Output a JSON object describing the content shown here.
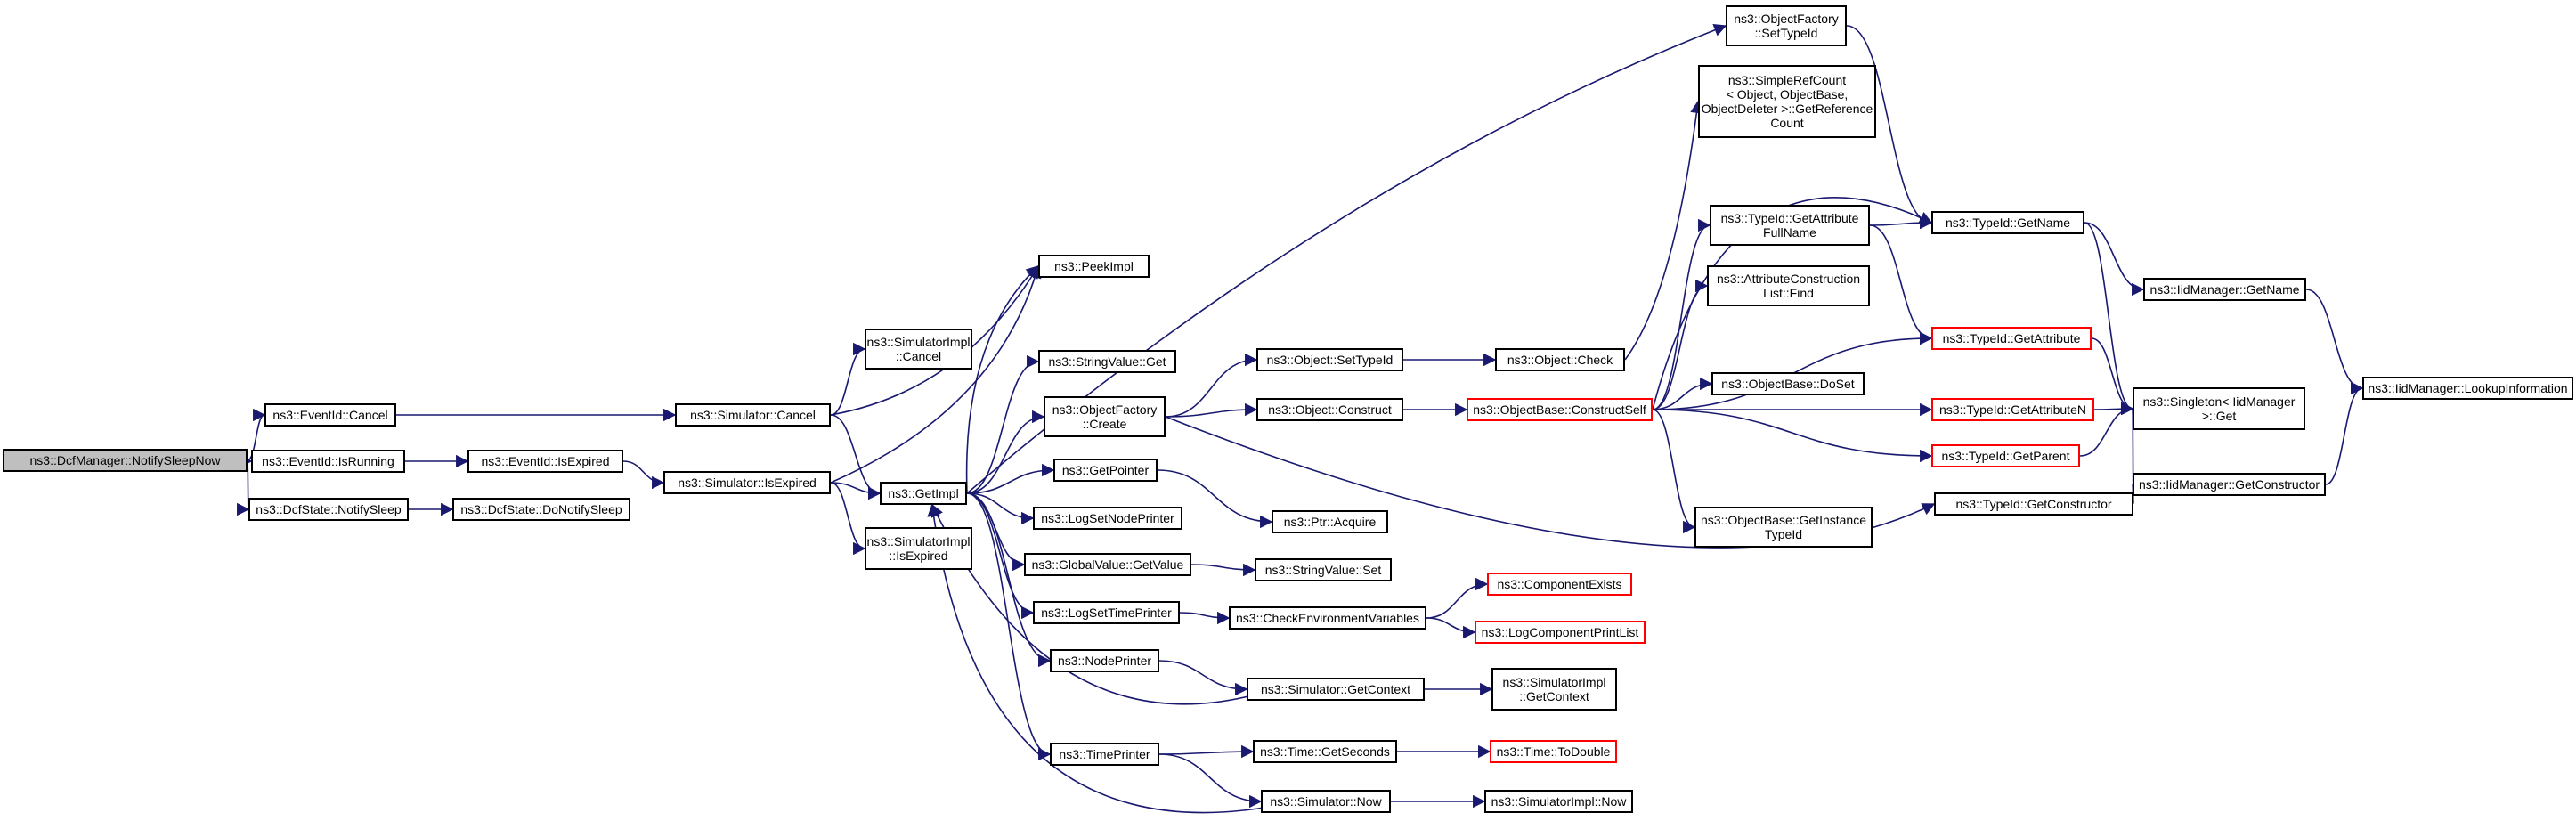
{
  "colors": {
    "edge": "#191970",
    "border": "#000000",
    "border_red": "#ff0000",
    "root_fill": "#bfbfbf"
  },
  "nodes": [
    {
      "id": "root",
      "lines": [
        "ns3::DcfManager::NotifySleepNow"
      ],
      "style": "root"
    },
    {
      "id": "eid_cancel",
      "lines": [
        "ns3::EventId::Cancel"
      ],
      "style": "normal"
    },
    {
      "id": "eid_isrunning",
      "lines": [
        "ns3::EventId::IsRunning"
      ],
      "style": "normal"
    },
    {
      "id": "dcf_notifysleep",
      "lines": [
        "ns3::DcfState::NotifySleep"
      ],
      "style": "normal"
    },
    {
      "id": "eid_isexpired",
      "lines": [
        "ns3::EventId::IsExpired"
      ],
      "style": "normal"
    },
    {
      "id": "dcf_donotifysleep",
      "lines": [
        "ns3::DcfState::DoNotifySleep"
      ],
      "style": "normal"
    },
    {
      "id": "sim_cancel",
      "lines": [
        "ns3::Simulator::Cancel"
      ],
      "style": "normal"
    },
    {
      "id": "sim_isexpired",
      "lines": [
        "ns3::Simulator::IsExpired"
      ],
      "style": "normal"
    },
    {
      "id": "simimpl_cancel",
      "lines": [
        "ns3::SimulatorImpl",
        "::Cancel"
      ],
      "style": "normal"
    },
    {
      "id": "simimpl_isexpired",
      "lines": [
        "ns3::SimulatorImpl",
        "::IsExpired"
      ],
      "style": "normal"
    },
    {
      "id": "getimpl",
      "lines": [
        "ns3::GetImpl"
      ],
      "style": "normal"
    },
    {
      "id": "peekimpl",
      "lines": [
        "ns3::PeekImpl"
      ],
      "style": "normal"
    },
    {
      "id": "stringvalue_get",
      "lines": [
        "ns3::StringValue::Get"
      ],
      "style": "normal"
    },
    {
      "id": "objfactory_create",
      "lines": [
        "ns3::ObjectFactory",
        "::Create"
      ],
      "style": "normal"
    },
    {
      "id": "getpointer",
      "lines": [
        "ns3::GetPointer"
      ],
      "style": "normal"
    },
    {
      "id": "logsetnodeprinter",
      "lines": [
        "ns3::LogSetNodePrinter"
      ],
      "style": "normal"
    },
    {
      "id": "globalvalue_getvalue",
      "lines": [
        "ns3::GlobalValue::GetValue"
      ],
      "style": "normal"
    },
    {
      "id": "logsettimeprinter",
      "lines": [
        "ns3::LogSetTimePrinter"
      ],
      "style": "normal"
    },
    {
      "id": "nodeprinter",
      "lines": [
        "ns3::NodePrinter"
      ],
      "style": "normal"
    },
    {
      "id": "timeprinter",
      "lines": [
        "ns3::TimePrinter"
      ],
      "style": "normal"
    },
    {
      "id": "object_settypeid",
      "lines": [
        "ns3::Object::SetTypeId"
      ],
      "style": "normal"
    },
    {
      "id": "object_construct",
      "lines": [
        "ns3::Object::Construct"
      ],
      "style": "normal"
    },
    {
      "id": "ptr_acquire",
      "lines": [
        "ns3::Ptr::Acquire"
      ],
      "style": "normal"
    },
    {
      "id": "stringvalue_set",
      "lines": [
        "ns3::StringValue::Set"
      ],
      "style": "normal"
    },
    {
      "id": "checkenv",
      "lines": [
        "ns3::CheckEnvironmentVariables"
      ],
      "style": "normal"
    },
    {
      "id": "sim_getcontext",
      "lines": [
        "ns3::Simulator::GetContext"
      ],
      "style": "normal"
    },
    {
      "id": "time_getseconds",
      "lines": [
        "ns3::Time::GetSeconds"
      ],
      "style": "normal"
    },
    {
      "id": "sim_now",
      "lines": [
        "ns3::Simulator::Now"
      ],
      "style": "normal"
    },
    {
      "id": "object_check",
      "lines": [
        "ns3::Object::Check"
      ],
      "style": "normal"
    },
    {
      "id": "objbase_constructself",
      "lines": [
        "ns3::ObjectBase::ConstructSelf"
      ],
      "style": "red"
    },
    {
      "id": "componentexists",
      "lines": [
        "ns3::ComponentExists"
      ],
      "style": "red"
    },
    {
      "id": "logcomponentprintlist",
      "lines": [
        "ns3::LogComponentPrintList"
      ],
      "style": "red"
    },
    {
      "id": "simimpl_getcontext",
      "lines": [
        "ns3::SimulatorImpl",
        "::GetContext"
      ],
      "style": "normal"
    },
    {
      "id": "time_todouble",
      "lines": [
        "ns3::Time::ToDouble"
      ],
      "style": "red"
    },
    {
      "id": "simimpl_now",
      "lines": [
        "ns3::SimulatorImpl::Now"
      ],
      "style": "normal"
    },
    {
      "id": "objfactory_settypeid",
      "lines": [
        "ns3::ObjectFactory",
        "::SetTypeId"
      ],
      "style": "normal"
    },
    {
      "id": "simplerefcount",
      "lines": [
        "ns3::SimpleRefCount",
        "< Object, ObjectBase,",
        "ObjectDeleter >::GetReference",
        "Count"
      ],
      "style": "normal"
    },
    {
      "id": "typeid_getattrfullname",
      "lines": [
        "ns3::TypeId::GetAttribute",
        "FullName"
      ],
      "style": "normal"
    },
    {
      "id": "attrconstructionlist_find",
      "lines": [
        "ns3::AttributeConstruction",
        "List::Find"
      ],
      "style": "normal"
    },
    {
      "id": "objbase_doset",
      "lines": [
        "ns3::ObjectBase::DoSet"
      ],
      "style": "normal"
    },
    {
      "id": "objbase_getinstancetypeid",
      "lines": [
        "ns3::ObjectBase::GetInstance",
        "TypeId"
      ],
      "style": "normal"
    },
    {
      "id": "typeid_getname",
      "lines": [
        "ns3::TypeId::GetName"
      ],
      "style": "normal"
    },
    {
      "id": "typeid_getattribute",
      "lines": [
        "ns3::TypeId::GetAttribute"
      ],
      "style": "red"
    },
    {
      "id": "typeid_getattributen",
      "lines": [
        "ns3::TypeId::GetAttributeN"
      ],
      "style": "red"
    },
    {
      "id": "typeid_getparent",
      "lines": [
        "ns3::TypeId::GetParent"
      ],
      "style": "red"
    },
    {
      "id": "typeid_getconstructor",
      "lines": [
        "ns3::TypeId::GetConstructor"
      ],
      "style": "normal"
    },
    {
      "id": "iidmanager_getname",
      "lines": [
        "ns3::IidManager::GetName"
      ],
      "style": "normal"
    },
    {
      "id": "singleton_get",
      "lines": [
        "ns3::Singleton< IidManager",
        ">::Get"
      ],
      "style": "normal"
    },
    {
      "id": "iidmanager_getconstructor",
      "lines": [
        "ns3::IidManager::GetConstructor"
      ],
      "style": "normal"
    },
    {
      "id": "iidmanager_lookupinfo",
      "lines": [
        "ns3::IidManager::LookupInformation"
      ],
      "style": "normal"
    }
  ],
  "edges": [
    [
      "root",
      "eid_cancel"
    ],
    [
      "root",
      "eid_isrunning"
    ],
    [
      "root",
      "dcf_notifysleep"
    ],
    [
      "eid_cancel",
      "sim_cancel"
    ],
    [
      "eid_isrunning",
      "eid_isexpired"
    ],
    [
      "dcf_notifysleep",
      "dcf_donotifysleep"
    ],
    [
      "eid_isexpired",
      "sim_isexpired"
    ],
    [
      "sim_cancel",
      "simimpl_cancel"
    ],
    [
      "sim_cancel",
      "getimpl"
    ],
    [
      "sim_cancel",
      "peekimpl"
    ],
    [
      "sim_isexpired",
      "getimpl"
    ],
    [
      "sim_isexpired",
      "peekimpl"
    ],
    [
      "sim_isexpired",
      "simimpl_isexpired"
    ],
    [
      "getimpl",
      "peekimpl"
    ],
    [
      "getimpl",
      "objfactory_settypeid"
    ],
    [
      "getimpl",
      "stringvalue_get"
    ],
    [
      "getimpl",
      "objfactory_create"
    ],
    [
      "getimpl",
      "getpointer"
    ],
    [
      "getimpl",
      "logsetnodeprinter"
    ],
    [
      "getimpl",
      "globalvalue_getvalue"
    ],
    [
      "getimpl",
      "logsettimeprinter"
    ],
    [
      "getimpl",
      "nodeprinter"
    ],
    [
      "getimpl",
      "timeprinter"
    ],
    [
      "objfactory_create",
      "object_settypeid"
    ],
    [
      "objfactory_create",
      "object_construct"
    ],
    [
      "objfactory_create",
      "typeid_getconstructor"
    ],
    [
      "getpointer",
      "ptr_acquire"
    ],
    [
      "globalvalue_getvalue",
      "stringvalue_set"
    ],
    [
      "logsettimeprinter",
      "checkenv"
    ],
    [
      "nodeprinter",
      "sim_getcontext"
    ],
    [
      "timeprinter",
      "time_getseconds"
    ],
    [
      "timeprinter",
      "sim_now"
    ],
    [
      "object_settypeid",
      "object_check"
    ],
    [
      "object_construct",
      "objbase_constructself"
    ],
    [
      "object_check",
      "simplerefcount"
    ],
    [
      "checkenv",
      "componentexists"
    ],
    [
      "checkenv",
      "logcomponentprintlist"
    ],
    [
      "sim_getcontext",
      "getimpl"
    ],
    [
      "sim_getcontext",
      "simimpl_getcontext"
    ],
    [
      "time_getseconds",
      "time_todouble"
    ],
    [
      "sim_now",
      "getimpl"
    ],
    [
      "sim_now",
      "simimpl_now"
    ],
    [
      "objbase_constructself",
      "typeid_getname"
    ],
    [
      "objbase_constructself",
      "typeid_getattrfullname"
    ],
    [
      "objbase_constructself",
      "attrconstructionlist_find"
    ],
    [
      "objbase_constructself",
      "typeid_getattribute"
    ],
    [
      "objbase_constructself",
      "objbase_doset"
    ],
    [
      "objbase_constructself",
      "typeid_getattributen"
    ],
    [
      "objbase_constructself",
      "typeid_getparent"
    ],
    [
      "objbase_constructself",
      "objbase_getinstancetypeid"
    ],
    [
      "objfactory_settypeid",
      "typeid_getname"
    ],
    [
      "typeid_getattrfullname",
      "typeid_getname"
    ],
    [
      "typeid_getattrfullname",
      "typeid_getattribute"
    ],
    [
      "typeid_getname",
      "iidmanager_getname"
    ],
    [
      "typeid_getname",
      "singleton_get"
    ],
    [
      "typeid_getattribute",
      "singleton_get"
    ],
    [
      "typeid_getattributen",
      "singleton_get"
    ],
    [
      "typeid_getparent",
      "singleton_get"
    ],
    [
      "typeid_getconstructor",
      "singleton_get"
    ],
    [
      "typeid_getconstructor",
      "iidmanager_getconstructor"
    ],
    [
      "iidmanager_getname",
      "iidmanager_lookupinfo"
    ],
    [
      "iidmanager_getconstructor",
      "iidmanager_lookupinfo"
    ]
  ]
}
